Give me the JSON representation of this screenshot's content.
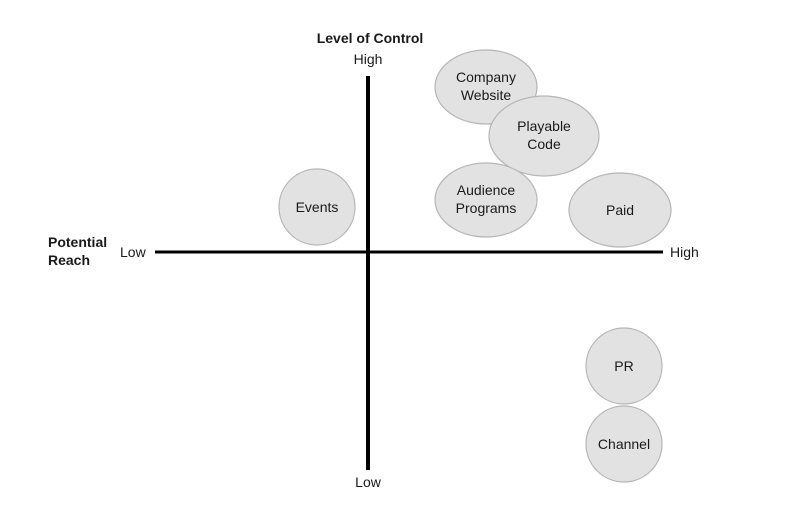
{
  "y_axis": {
    "title": "Level of Control",
    "high": "High",
    "low": "Low"
  },
  "x_axis": {
    "title_line1": "Potential",
    "title_line2": "Reach",
    "low": "Low",
    "high": "High"
  },
  "items": [
    {
      "line1": "Company",
      "line2": "Website"
    },
    {
      "line1": "Playable",
      "line2": "Code"
    },
    {
      "line1": "Events",
      "line2": ""
    },
    {
      "line1": "Audience",
      "line2": "Programs"
    },
    {
      "line1": "Paid",
      "line2": ""
    },
    {
      "line1": "PR",
      "line2": ""
    },
    {
      "line1": "Channel",
      "line2": ""
    }
  ],
  "colors": {
    "axis": "#000000",
    "bubble_fill": "#e2e2e2",
    "bubble_stroke": "#b5b5b5"
  }
}
